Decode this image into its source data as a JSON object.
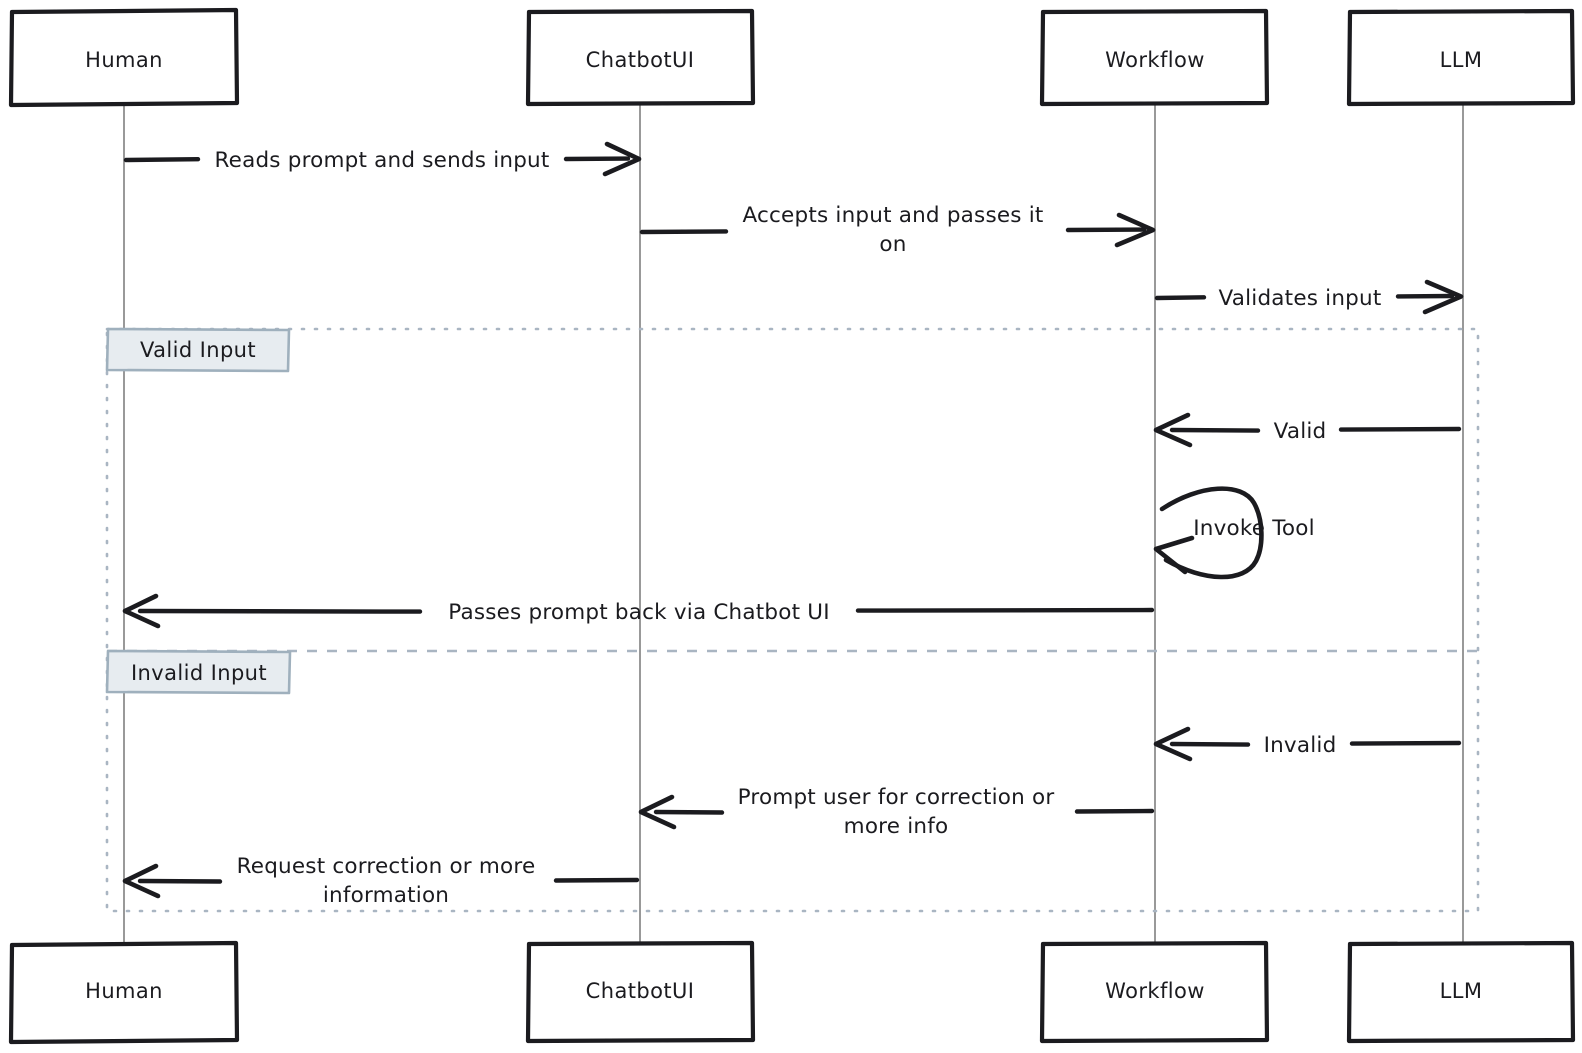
{
  "diagram": {
    "type": "sequence-diagram",
    "style": "hand-drawn",
    "background_color": "#ffffff",
    "stroke_color": "#1b1b1f",
    "lifeline_color": "#999999",
    "fragment_border_color": "#a9b5c2",
    "fragment_tag_fill": "#e7ecf0"
  },
  "participants": [
    {
      "id": "human",
      "label": "Human"
    },
    {
      "id": "chatbotui",
      "label": "ChatbotUI"
    },
    {
      "id": "workflow",
      "label": "Workflow"
    },
    {
      "id": "llm",
      "label": "LLM"
    }
  ],
  "participants_bottom": [
    {
      "id": "human-bottom",
      "label": "Human"
    },
    {
      "id": "chatbotui-bottom",
      "label": "ChatbotUI"
    },
    {
      "id": "workflow-bottom",
      "label": "Workflow"
    },
    {
      "id": "llm-bottom",
      "label": "LLM"
    }
  ],
  "messages": [
    {
      "id": "m1",
      "from": "human",
      "to": "chatbotui",
      "direction": "right",
      "lines": [
        "Reads prompt and sends input"
      ]
    },
    {
      "id": "m2",
      "from": "chatbotui",
      "to": "workflow",
      "direction": "right",
      "lines": [
        "Accepts input and passes it",
        "on"
      ]
    },
    {
      "id": "m3",
      "from": "workflow",
      "to": "llm",
      "direction": "right",
      "lines": [
        "Validates input"
      ]
    },
    {
      "id": "m4",
      "from": "llm",
      "to": "workflow",
      "direction": "left",
      "lines": [
        "Valid"
      ]
    },
    {
      "id": "m5",
      "from": "workflow",
      "to": "workflow",
      "direction": "self",
      "lines": [
        "Invoke Tool"
      ]
    },
    {
      "id": "m6",
      "from": "workflow",
      "to": "human",
      "direction": "left",
      "lines": [
        "Passes prompt back via Chatbot UI"
      ]
    },
    {
      "id": "m7",
      "from": "llm",
      "to": "workflow",
      "direction": "left",
      "lines": [
        "Invalid"
      ]
    },
    {
      "id": "m8",
      "from": "workflow",
      "to": "chatbotui",
      "direction": "left",
      "lines": [
        "Prompt user for correction or",
        "more info"
      ]
    },
    {
      "id": "m9",
      "from": "chatbotui",
      "to": "human",
      "direction": "left",
      "lines": [
        "Request correction or more",
        "information"
      ]
    }
  ],
  "fragments": [
    {
      "id": "frag-valid",
      "label": "Valid Input"
    },
    {
      "id": "frag-invalid",
      "label": "Invalid Input"
    }
  ]
}
